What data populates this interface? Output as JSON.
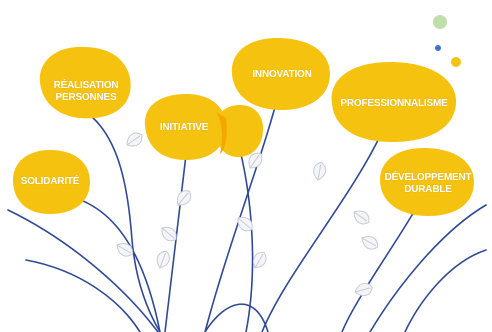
{
  "colors": {
    "flower": "#F5C20F",
    "flower_overlap": "#F3A700",
    "stem": "#2F4A93",
    "leaf_fill": "#F5F5F8",
    "leaf_stroke": "#C7CAD8",
    "dot_green": "#BEDFAA",
    "dot_blue": "#3F72D6",
    "dot_yellow": "#F5C20F",
    "label_text": "#FFFFFF"
  },
  "flowers": [
    {
      "id": "realisation-personnes",
      "lines": [
        "RÉALISATION",
        "PERSONNES"
      ]
    },
    {
      "id": "initiative",
      "lines": [
        "INITIATIVE"
      ]
    },
    {
      "id": "innovation",
      "lines": [
        "INNOVATION"
      ]
    },
    {
      "id": "professionnalisme",
      "lines": [
        "PROFESSIONNALISME"
      ]
    },
    {
      "id": "solidarite",
      "lines": [
        "SOLIDARITÉ"
      ]
    },
    {
      "id": "developpement-durable",
      "lines": [
        "DÉVELOPPEMENT",
        "DURABLE"
      ]
    }
  ],
  "decor_icons": [
    "leaf-icon",
    "dot-icon"
  ]
}
